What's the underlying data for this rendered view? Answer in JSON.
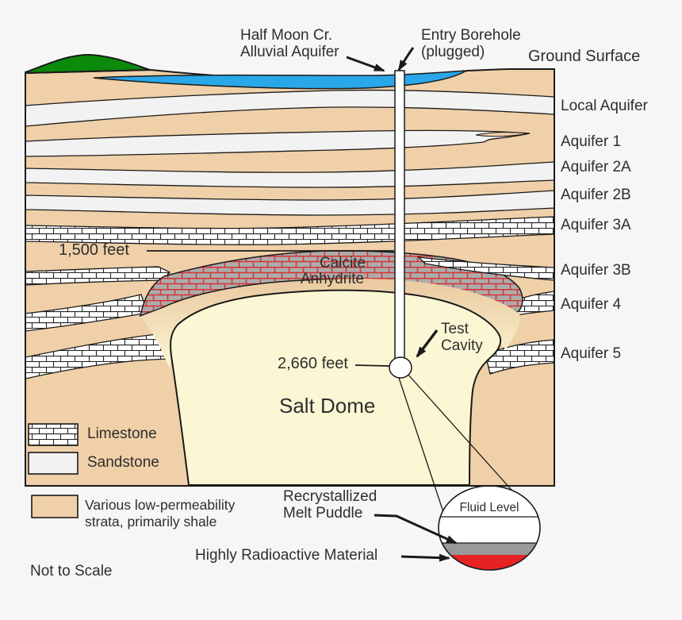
{
  "annotations": {
    "half_moon_line1": "Half Moon Cr.",
    "half_moon_line2": "Alluvial Aquifer",
    "entry_borehole_line1": "Entry Borehole",
    "entry_borehole_line2": "(plugged)",
    "ground_surface": "Ground Surface",
    "depth_1500": "1,500 feet",
    "calcite": "Calcite",
    "anhydrite": "Anhydrite",
    "test_cavity_line1": "Test",
    "test_cavity_line2": "Cavity",
    "depth_2660": "2,660 feet",
    "salt_dome": "Salt Dome",
    "recrystallized_line1": "Recrystallized",
    "recrystallized_line2": "Melt Puddle",
    "radioactive": "Highly Radioactive Material",
    "fluid_level": "Fluid Level",
    "not_to_scale": "Not to Scale"
  },
  "aquifer_labels": [
    "Local Aquifer",
    "Aquifer 1",
    "Aquifer 2A",
    "Aquifer 2B",
    "Aquifer 3A",
    "Aquifer 3B",
    "Aquifer 4",
    "Aquifer 5"
  ],
  "legend": {
    "items": [
      {
        "label": "Limestone"
      },
      {
        "label": "Sandstone"
      },
      {
        "label": "Various low-permeability strata, primarily shale"
      }
    ]
  },
  "colors": {
    "background": "#f6f6f6",
    "shale_tan": "#f0d0a8",
    "salt_dome_cream": "#fbf7d4",
    "water_blue": "#2aa7e8",
    "hill_green": "#0b8a0b",
    "sandstone_light": "#f2f2f2",
    "caprock_gray": "#acacac",
    "caprock_mortar_red": "#d63333",
    "melt_puddle_gray": "#999999",
    "radioactive_red": "#e62222",
    "outline_black": "#1a1a1a"
  }
}
